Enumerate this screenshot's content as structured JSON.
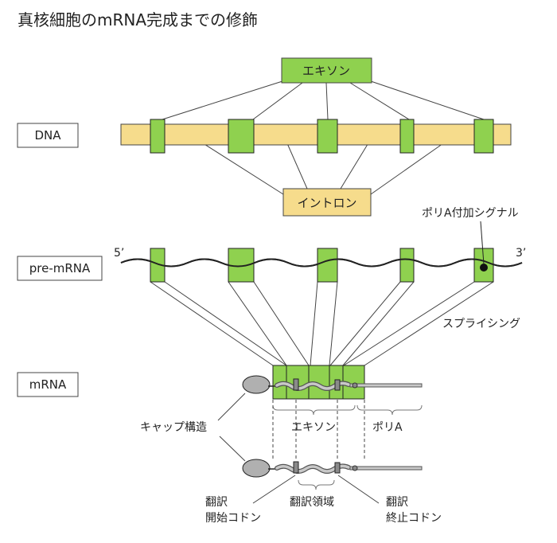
{
  "title": "真核細胞のmRNA完成までの修飾",
  "row_labels": {
    "dna": "DNA",
    "pre_mrna": "pre-mRNA",
    "mrna": "mRNA"
  },
  "exon_label": "エキソン",
  "intron_label": "イントロン",
  "polyA_signal_label": "ポリA付加シグナル",
  "five_prime": "5’",
  "three_prime": "3’",
  "splicing_label": "スプライシング",
  "cap_label": "キャップ構造",
  "mrna_exon_label": "エキソン",
  "polyA_label": "ポリA",
  "start_codon_line1": "翻訳",
  "start_codon_line2": "開始コドン",
  "coding_region_label": "翻訳領域",
  "stop_codon_line1": "翻訳",
  "stop_codon_line2": "終止コドン",
  "colors": {
    "exon_fill": "#8fd14f",
    "dna_band": "#f6dc8c",
    "intron_box": "#f6dc8c",
    "cap": "#b0b0b0",
    "line": "#222222"
  }
}
